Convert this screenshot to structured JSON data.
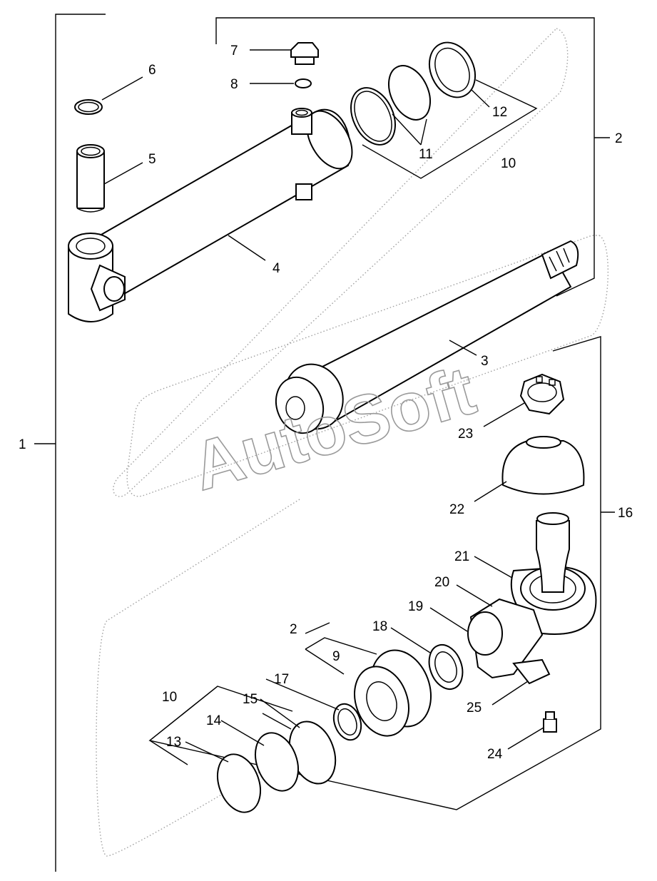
{
  "callouts": {
    "c1": "1",
    "c2a": "2",
    "c2b": "2",
    "c3": "3",
    "c4": "4",
    "c5": "5",
    "c6": "6",
    "c7": "7",
    "c8": "8",
    "c9": "9",
    "c10a": "10",
    "c10b": "10",
    "c11": "11",
    "c12": "12",
    "c13": "13",
    "c14": "14",
    "c15": "15",
    "c16": "16",
    "c17": "17",
    "c18": "18",
    "c19": "19",
    "c20": "20",
    "c21": "21",
    "c22": "22",
    "c23": "23",
    "c24": "24",
    "c25": "25"
  },
  "watermark": "AutoSoft",
  "colors": {
    "line": "#000000",
    "watermark": "#9a9a9a",
    "background": "#ffffff"
  }
}
